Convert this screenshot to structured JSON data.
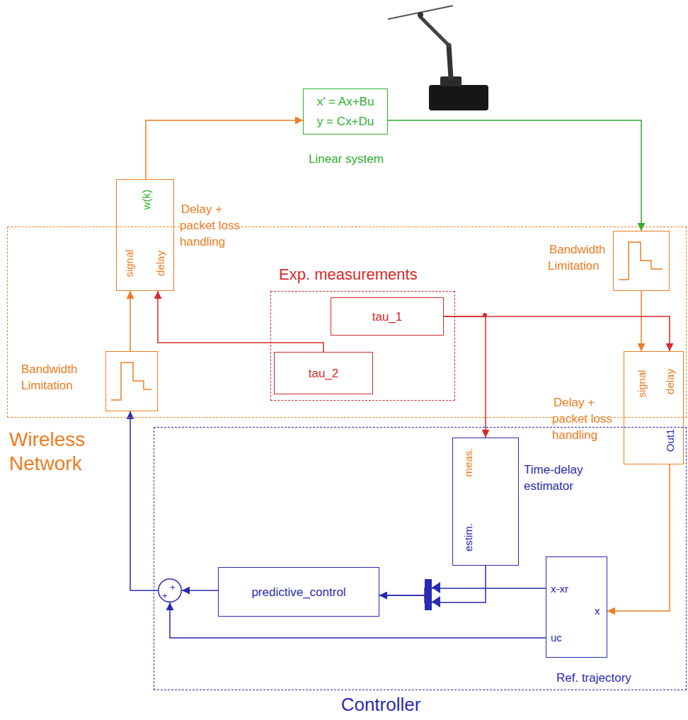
{
  "diagram": {
    "nodes": [
      {
        "text": [
          "x' = Ax+Bu",
          "y = Cx+Du",
          "Linear system"
        ]
      },
      {
        "text": [
          "Wireless Network"
        ]
      },
      {
        "text": [
          "w(k)",
          "signal",
          "delay",
          "Delay + packet loss handling"
        ],
        "in": 1
      },
      {
        "text": [
          "Bandwidth Limitation"
        ],
        "in": 1
      },
      {
        "text": [
          "Exp. measurements"
        ],
        "in": 1
      },
      {
        "text": [
          "tau_1"
        ],
        "in": 4
      },
      {
        "text": [
          "tau_2"
        ],
        "in": 4
      },
      {
        "text": [
          "Bandwidth Limitation"
        ],
        "in": 1
      },
      {
        "text": [
          "signal",
          "delay",
          "Out1",
          "Delay + packet loss handling"
        ],
        "in": 1
      },
      {
        "text": [
          "Controller"
        ]
      },
      {
        "text": [
          "meas.",
          "estim.",
          "Time-delay estimator"
        ],
        "in": 9
      },
      {
        "text": [
          "predictive_control"
        ],
        "in": 9
      },
      {
        "text": [
          "x-xr",
          "x",
          "uc",
          "Ref. trajectory"
        ],
        "in": 9
      },
      {
        "text": [
          "+",
          "+"
        ],
        "in": 9
      }
    ],
    "edges": [
      {
        "from": 2,
        "to": 0,
        "arrow": "to"
      },
      {
        "from": 0,
        "to": 3,
        "arrow": "to"
      },
      {
        "from": 3,
        "to": 8,
        "arrow": "to"
      },
      {
        "from": 5,
        "to": 8,
        "arrow": "to"
      },
      {
        "from": 5,
        "to": 10,
        "arrow": "to"
      },
      {
        "from": 6,
        "to": 2,
        "arrow": "to"
      },
      {
        "from": 7,
        "to": 2,
        "arrow": "to"
      },
      {
        "from": 8,
        "to": 12,
        "arrow": "to"
      },
      {
        "from": 10,
        "to": 11,
        "arrow": "to"
      },
      {
        "from": 12,
        "to": 11,
        "arrow": "to"
      },
      {
        "from": 11,
        "to": 13,
        "arrow": "to"
      },
      {
        "from": 12,
        "to": 13,
        "arrow": "to"
      },
      {
        "from": 13,
        "to": 7,
        "arrow": "to"
      }
    ]
  }
}
